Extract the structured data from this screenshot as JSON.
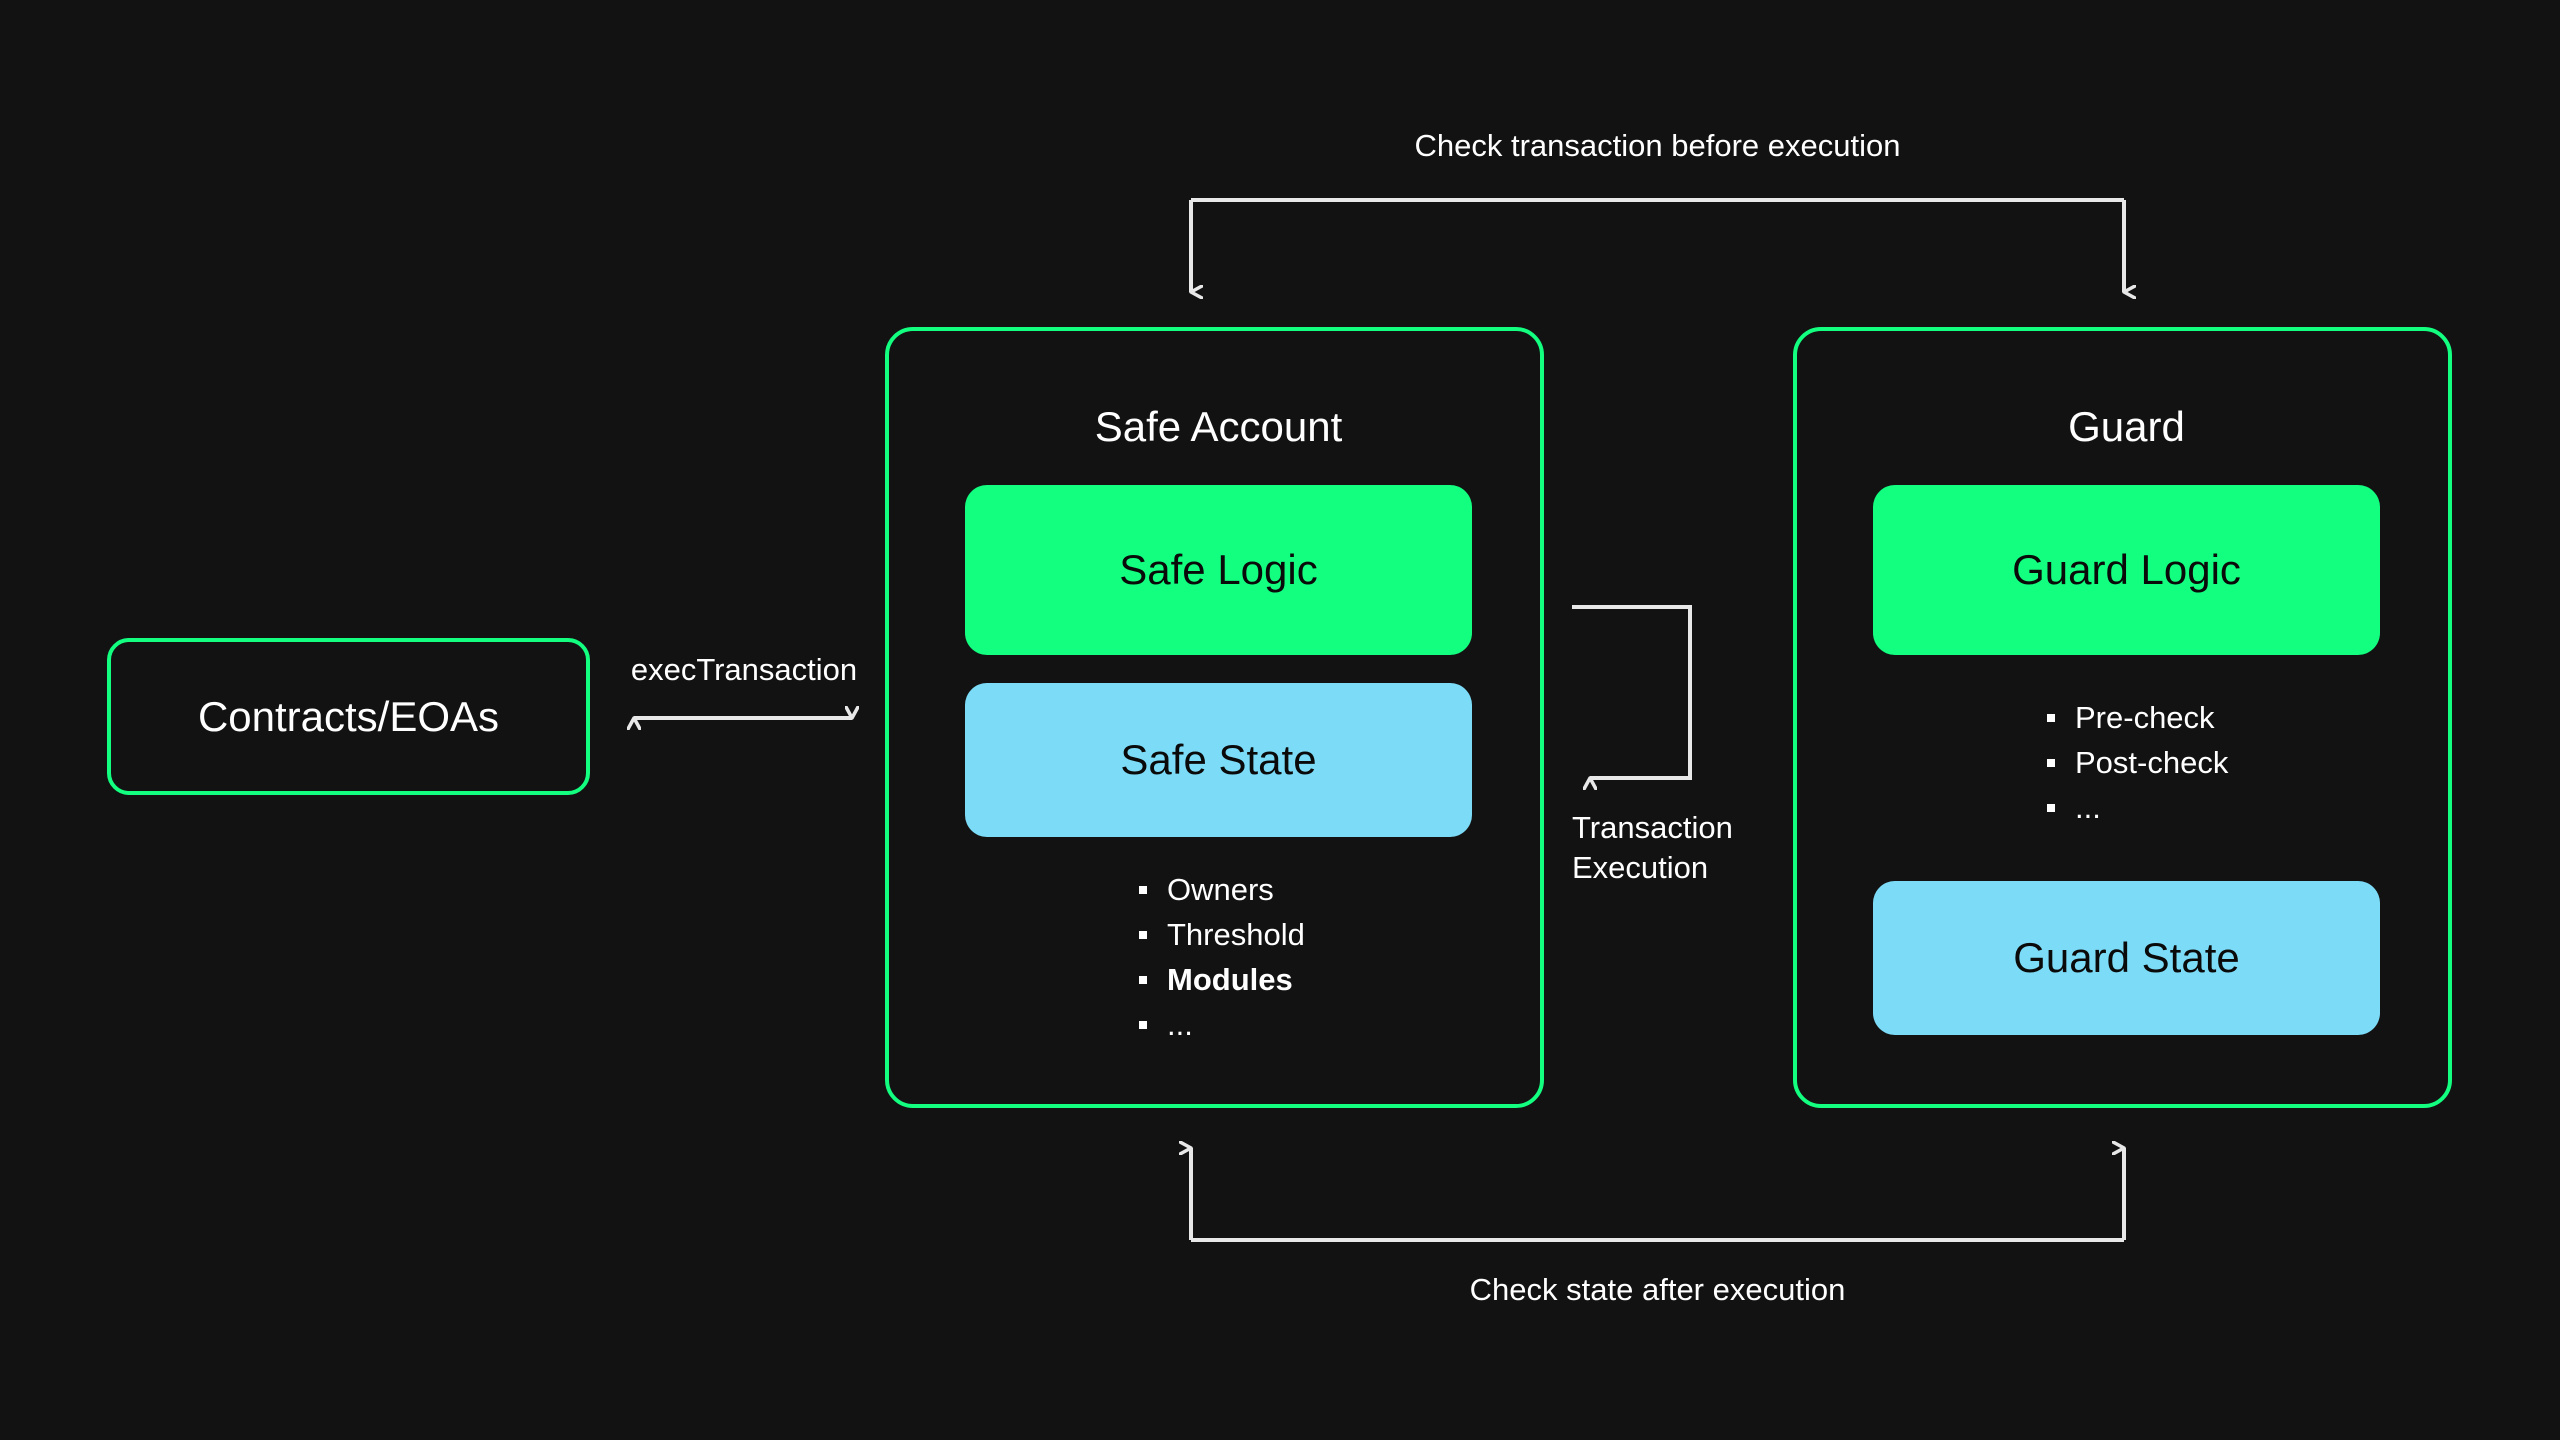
{
  "diagram": {
    "background_color": "#121212",
    "accent_green": "#12FF80",
    "accent_blue": "#7CDCF8",
    "text_color": "#FFFFFF",
    "arrow_color": "#E8E8E8"
  },
  "nodes": {
    "client": {
      "label": "Contracts/EOAs"
    },
    "safe_account": {
      "title": "Safe Account",
      "logic_label": "Safe Logic",
      "state_label": "Safe State",
      "state_items": [
        {
          "text": "Owners",
          "bold": false
        },
        {
          "text": "Threshold",
          "bold": false
        },
        {
          "text": "Modules",
          "bold": true
        },
        {
          "text": "...",
          "bold": false
        }
      ]
    },
    "guard": {
      "title": "Guard",
      "logic_label": "Guard Logic",
      "state_label": "Guard State",
      "check_items": [
        {
          "text": "Pre-check",
          "bold": false
        },
        {
          "text": "Post-check",
          "bold": false
        },
        {
          "text": "...",
          "bold": false
        }
      ]
    }
  },
  "edges": {
    "exec_transaction": "execTransaction",
    "check_before": "Check transaction before execution",
    "check_after": "Check state after execution",
    "transaction_execution_line1": "Transaction",
    "transaction_execution_line2": "Execution"
  }
}
